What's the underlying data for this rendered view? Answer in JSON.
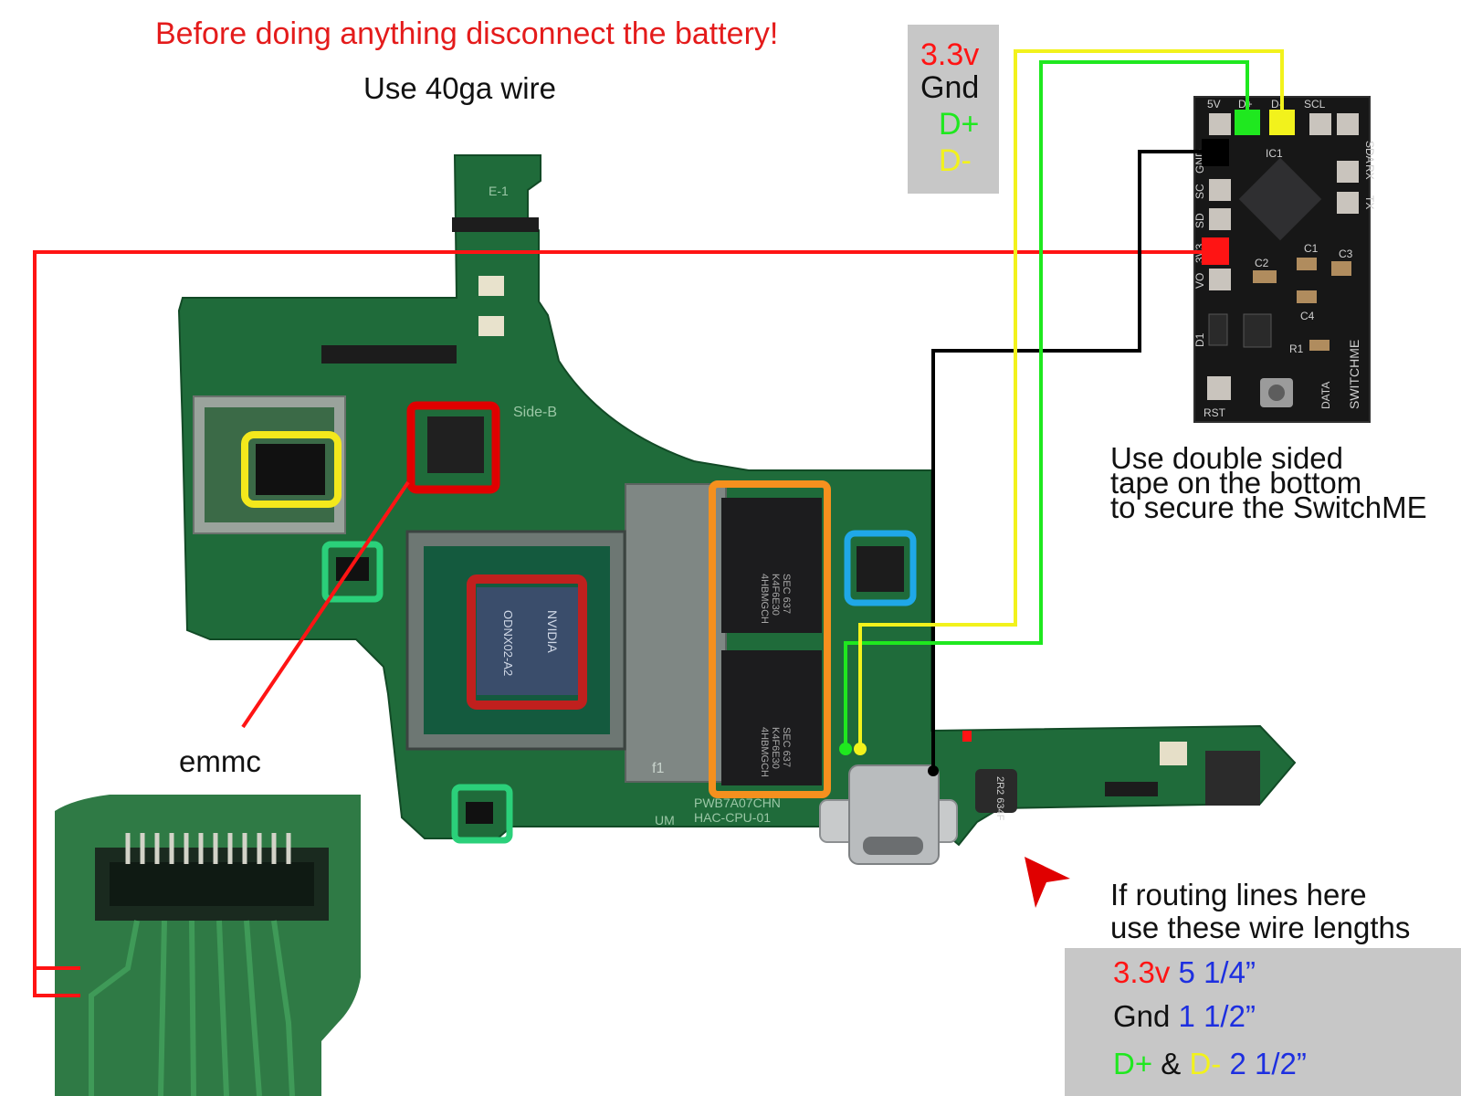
{
  "warning": "Before doing anything disconnect the battery!",
  "wire_gauge_note": "Use 40ga wire",
  "emmc_label": "emmc",
  "tape_note": [
    "Use double sided",
    "tape on the bottom",
    "to secure the SwitchME"
  ],
  "routing_note": [
    "If routing lines here",
    "use these wire lengths"
  ],
  "legend": {
    "v33": "3.3v",
    "gnd": "Gnd",
    "dplus": "D+",
    "dminus": "D-"
  },
  "wire_lengths": {
    "v33_label": "3.3v",
    "v33_len": "5 1/4”",
    "gnd_label": "Gnd",
    "gnd_len": "1 1/2”",
    "d_plus": "D+",
    "amp": "&",
    "d_minus": "D-",
    "d_len": "2 1/2”"
  },
  "board_silk": {
    "e1": "E-1",
    "side_b": "Side-B",
    "cpu": "HAC-CPU-01",
    "pwb": "PWB7A07CHN",
    "um": "UM",
    "inductor": "2R2 634F",
    "f1": "f1"
  },
  "switchme_silk": {
    "pins_top": [
      "5V",
      "D+",
      "D-",
      "SCL",
      "SDA"
    ],
    "pins_left": [
      "GND",
      "SC",
      "SD",
      "3V3",
      "VO"
    ],
    "pins_right": [
      "RX",
      "TX"
    ],
    "ic": "IC1",
    "caps": [
      "C1",
      "C2",
      "C3",
      "C4"
    ],
    "d1": "D1",
    "r1": "R1",
    "rst": "RST",
    "data": "DATA",
    "brand": "SWITCHME"
  },
  "chips": {
    "soc": [
      "NVIDIA",
      "ODNX02-A2"
    ],
    "ram": [
      "SEC 637",
      "K4F6E30",
      "4HBMGCH"
    ]
  },
  "colors": {
    "v33": "#ff1414",
    "gnd": "#000000",
    "dplus": "#1fe81f",
    "dminus": "#f2f21c",
    "length": "#1d2fe0",
    "pcb": "#1f6b3a",
    "emmc_box": "#e00000",
    "ram_box": "#f5901e",
    "soc_box": "#c0201e",
    "green_box": "#2bd07a",
    "yellow_box": "#f3e81c",
    "blue_box": "#1fa8e8"
  }
}
